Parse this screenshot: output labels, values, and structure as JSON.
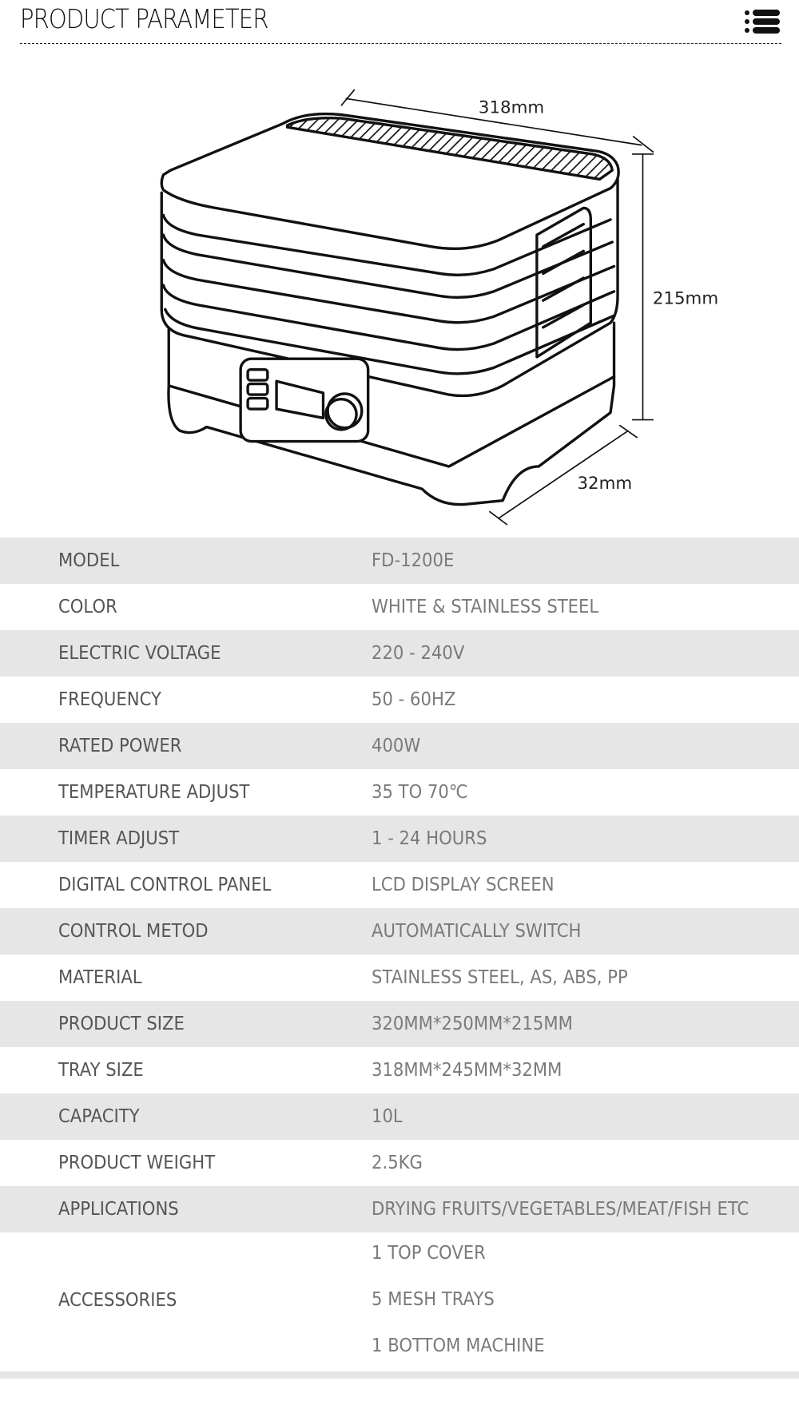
{
  "header": {
    "title": "PRODUCT PARAMETER",
    "menu_icon": "list-icon"
  },
  "dimensions": {
    "width": "318mm",
    "height": "215mm",
    "depth": "32mm"
  },
  "specs": [
    {
      "label": "MODEL",
      "value": "FD-1200E"
    },
    {
      "label": "COLOR",
      "value": "WHITE & STAINLESS STEEL"
    },
    {
      "label": "ELECTRIC VOLTAGE",
      "value": "220 - 240V"
    },
    {
      "label": "FREQUENCY",
      "value": "50 - 60HZ"
    },
    {
      "label": "RATED POWER",
      "value": "400W"
    },
    {
      "label": "TEMPERATURE ADJUST",
      "value": "35 TO 70℃"
    },
    {
      "label": "TIMER ADJUST",
      "value": "1 - 24 HOURS"
    },
    {
      "label": "DIGITAL CONTROL PANEL",
      "value": "LCD DISPLAY SCREEN"
    },
    {
      "label": "CONTROL METOD",
      "value": "AUTOMATICALLY SWITCH"
    },
    {
      "label": "MATERIAL",
      "value": "STAINLESS STEEL, AS, ABS, PP"
    },
    {
      "label": "PRODUCT SIZE",
      "value": "320MM*250MM*215MM"
    },
    {
      "label": "TRAY SIZE",
      "value": "318MM*245MM*32MM"
    },
    {
      "label": "CAPACITY",
      "value": "10L"
    },
    {
      "label": "PRODUCT WEIGHT",
      "value": "2.5KG"
    },
    {
      "label": "APPLICATIONS",
      "value": "DRYING FRUITS/VEGETABLES/MEAT/FISH ETC"
    }
  ],
  "accessories": {
    "label": "ACCESSORIES",
    "items": [
      "1 TOP COVER",
      "5 MESH TRAYS",
      "1 BOTTOM MACHINE"
    ]
  }
}
